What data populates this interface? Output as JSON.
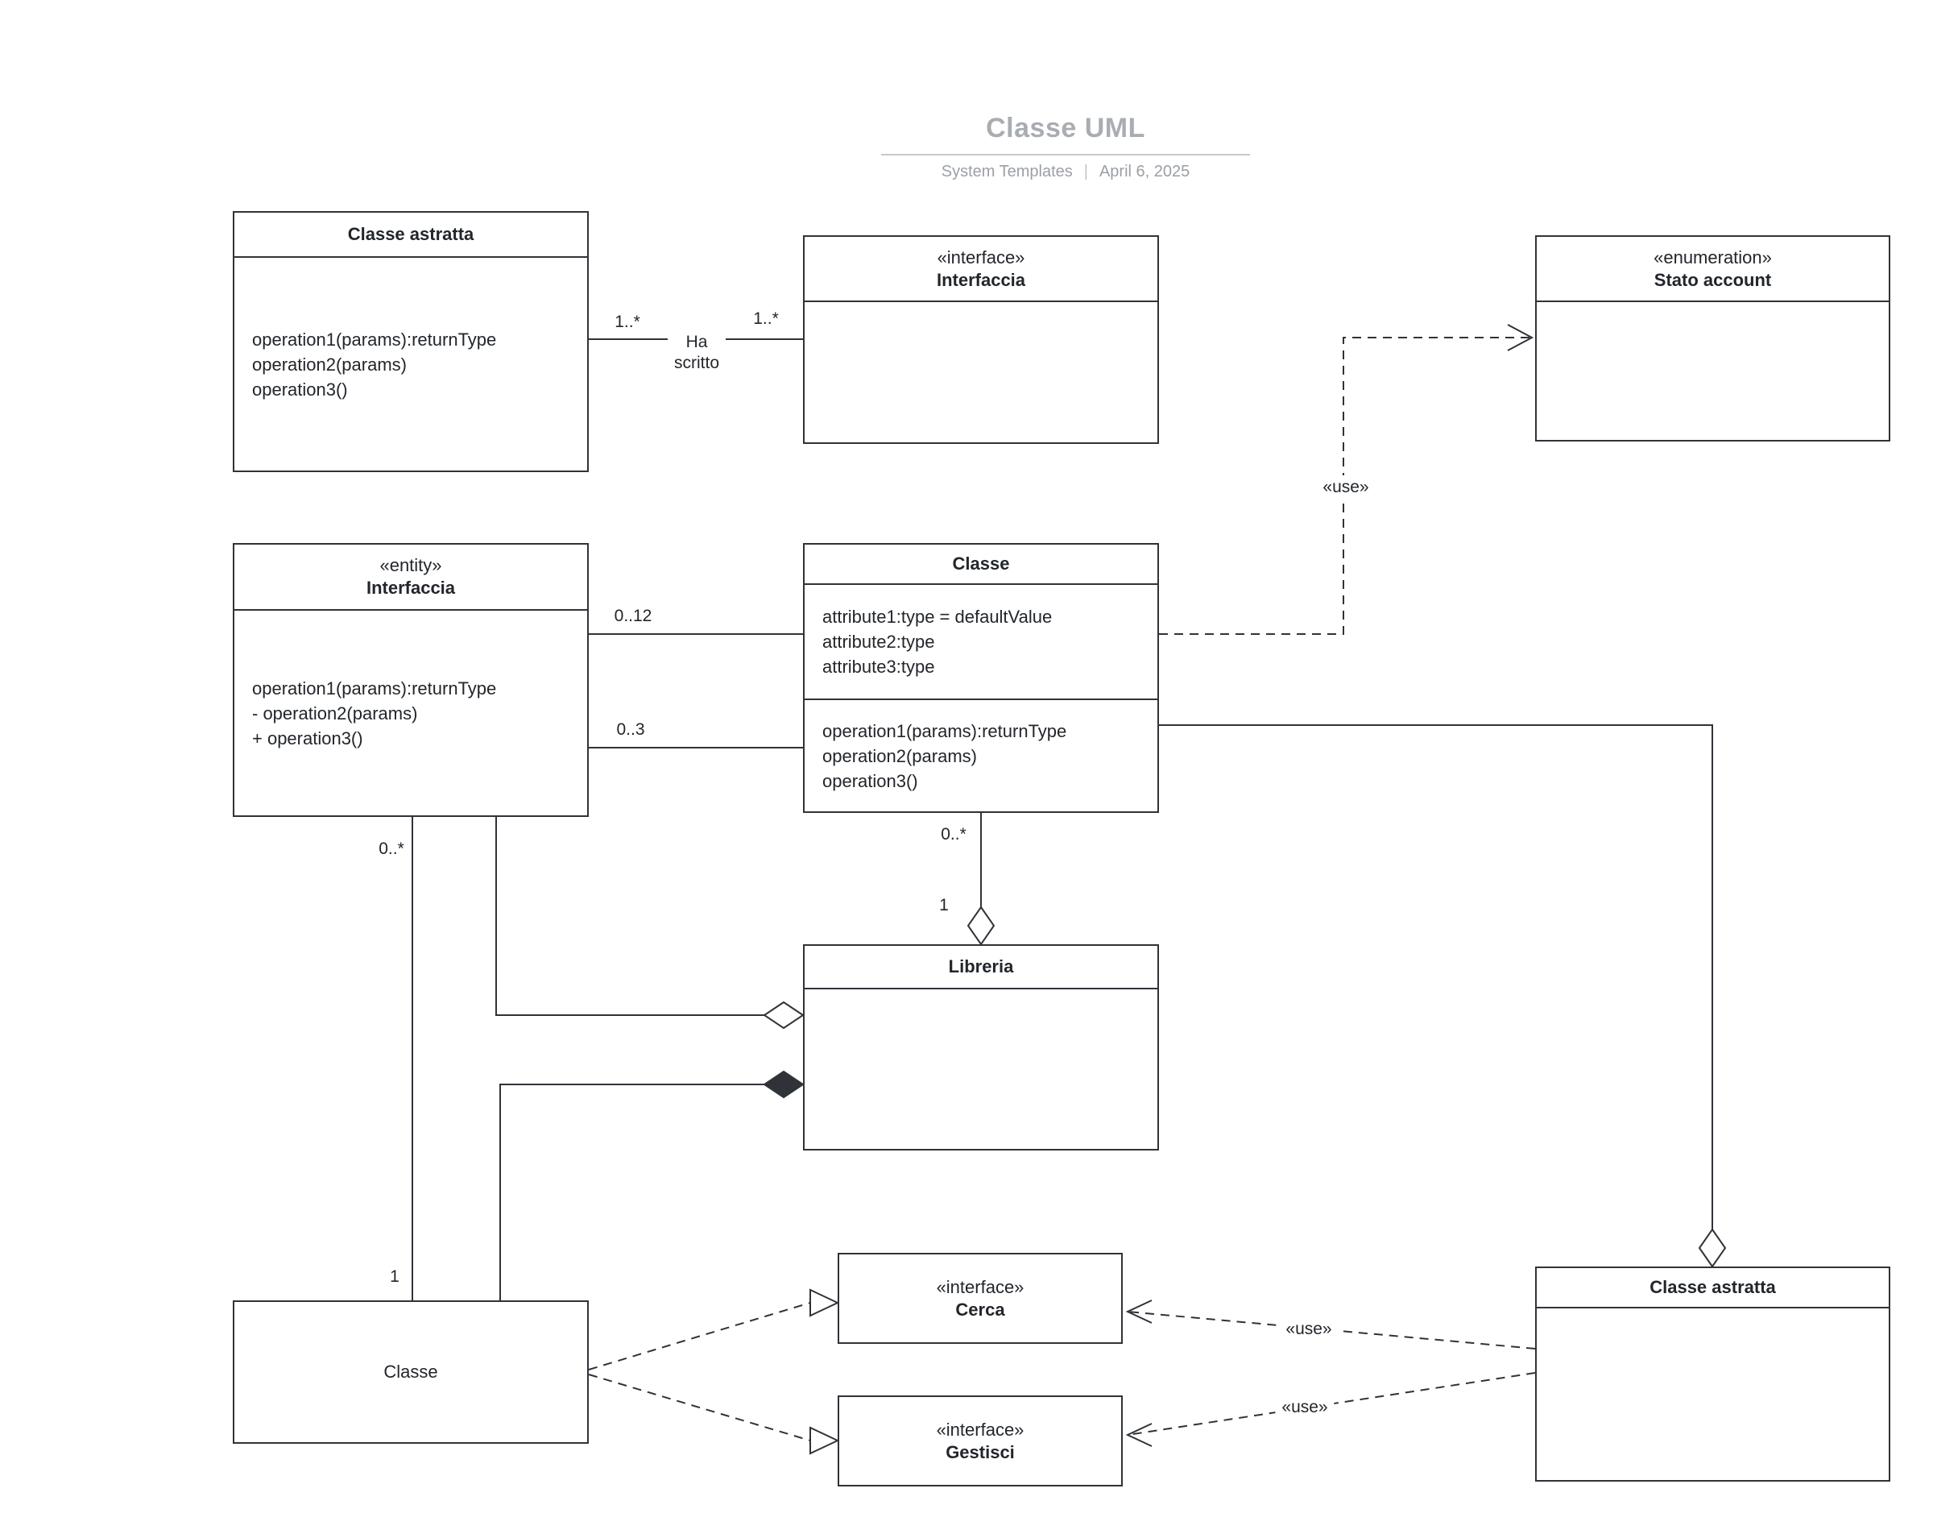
{
  "header": {
    "title": "Classe UML",
    "meta_left": "System Templates",
    "meta_divider": "|",
    "meta_right": "April 6, 2025"
  },
  "nodes": {
    "classe_astratta_top": {
      "name": "Classe astratta",
      "operations": [
        "operation1(params):returnType",
        "operation2(params)",
        "operation3()"
      ]
    },
    "interfaccia_interface": {
      "stereotype": "«interface»",
      "name": "Interfaccia"
    },
    "stato_account": {
      "stereotype": "«enumeration»",
      "name": "Stato account"
    },
    "interfaccia_entity": {
      "stereotype": "«entity»",
      "name": "Interfaccia",
      "operations": [
        "operation1(params):returnType",
        "- operation2(params)",
        "+ operation3()"
      ]
    },
    "classe_center": {
      "name": "Classe",
      "attributes": [
        "attribute1:type = defaultValue",
        "attribute2:type",
        "attribute3:type"
      ],
      "operations": [
        "operation1(params):returnType",
        "operation2(params)",
        "operation3()"
      ]
    },
    "libreria": {
      "name": "Libreria"
    },
    "classe_bottom": {
      "name": "Classe"
    },
    "cerca": {
      "stereotype": "«interface»",
      "name": "Cerca"
    },
    "gestisci": {
      "stereotype": "«interface»",
      "name": "Gestisci"
    },
    "classe_astratta_bottom": {
      "name": "Classe astratta"
    }
  },
  "edge_labels": {
    "assoc_name": "Ha\nscritto",
    "mult_written_left": "1..*",
    "mult_written_right": "1..*",
    "use_top": "«use»",
    "mult_0_12": "0..12",
    "mult_0_3": "0..3",
    "mult_lib_many": "0..*",
    "mult_lib_one": "1",
    "mult_left_many": "0..*",
    "mult_left_one": "1",
    "use_cerca": "«use»",
    "use_gestisci": "«use»"
  }
}
